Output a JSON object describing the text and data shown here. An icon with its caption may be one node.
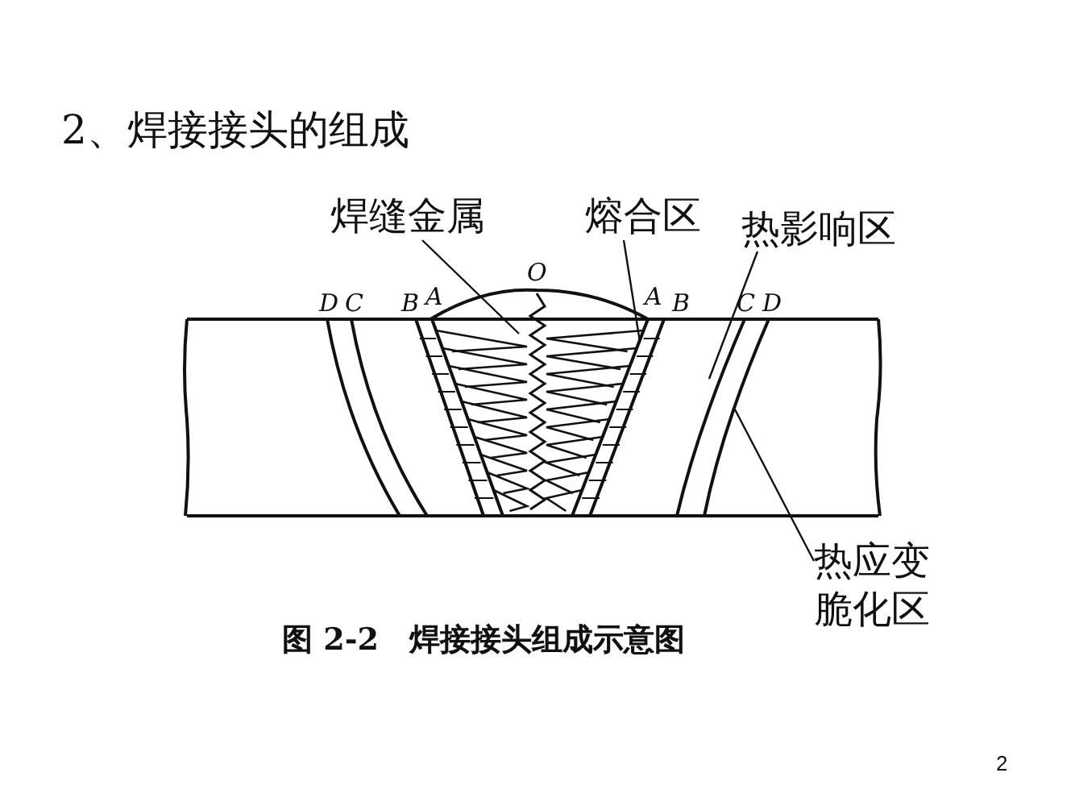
{
  "diagram": {
    "title": "2、焊接接头的组成",
    "caption": "图 2-2　焊接接头组成示意图",
    "nodes": [
      {
        "text": [
          "焊缝金属"
        ]
      },
      {
        "text": [
          "熔合区"
        ]
      },
      {
        "text": [
          "热影响区"
        ]
      },
      {
        "text": [
          "热应变脆化区"
        ]
      }
    ],
    "edges": [
      {
        "from": 0,
        "to": null,
        "arrow": "none"
      },
      {
        "from": 1,
        "to": null,
        "arrow": "none"
      },
      {
        "from": 2,
        "to": null,
        "arrow": "none"
      },
      {
        "from": 3,
        "to": null,
        "arrow": "none"
      }
    ],
    "labels": [
      "O",
      "D",
      "C",
      "B",
      "A",
      "A",
      "B",
      "C",
      "D",
      "2"
    ]
  }
}
